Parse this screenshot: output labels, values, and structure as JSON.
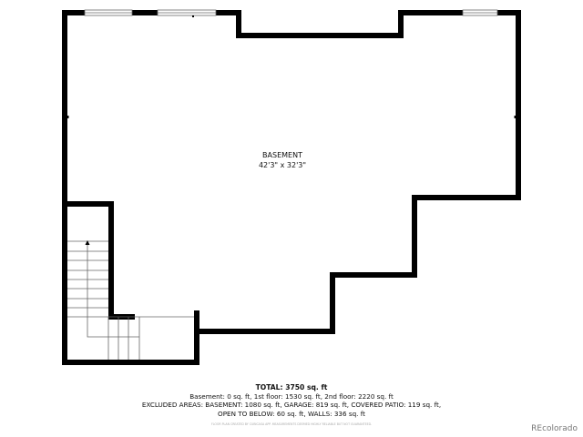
{
  "room": {
    "name": "BASEMENT",
    "dimensions": "42'3\" x 32'3\""
  },
  "summary": {
    "total": "TOTAL: 3750 sq. ft",
    "line1": "Basement: 0 sq. ft, 1st floor: 1530 sq. ft, 2nd floor: 2220 sq. ft",
    "line2": "EXCLUDED AREAS: BASEMENT: 1080 sq. ft, GARAGE: 819 sq. ft, COVERED PATIO: 119 sq. ft,",
    "line3": "OPEN TO BELOW: 60 sq. ft, WALLS: 336 sq. ft",
    "disclaimer": "FLOOR PLAN CREATED BY CUBICASA APP. MEASUREMENTS DEEMED HIGHLY RELIABLE BUT NOT GUARANTEED."
  },
  "brand": "REcolorado",
  "colors": {
    "wall": "#000000",
    "line": "#555555"
  }
}
